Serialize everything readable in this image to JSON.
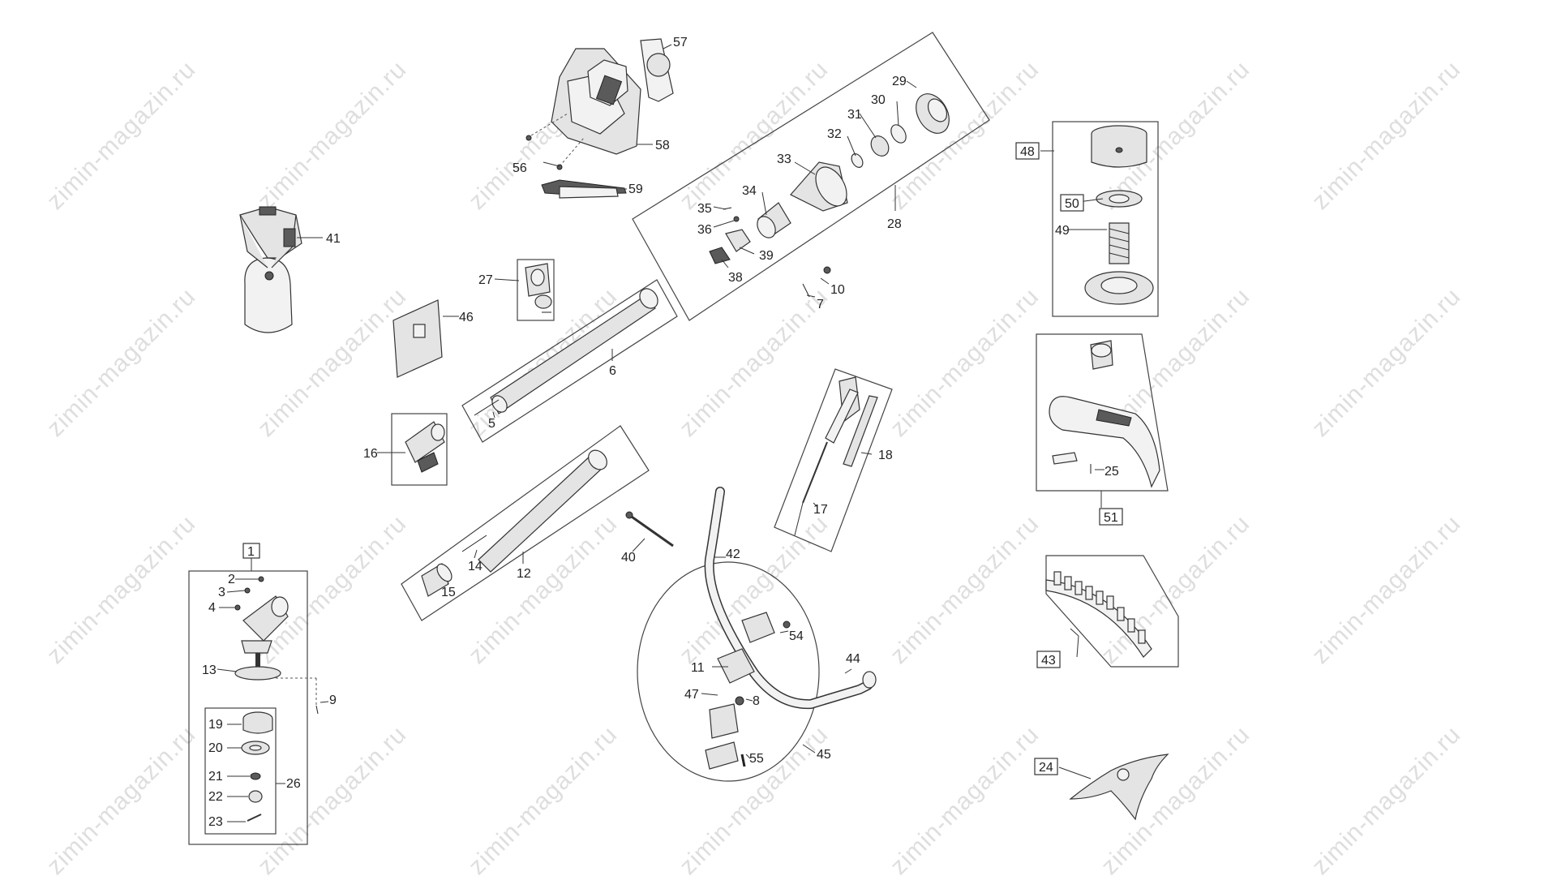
{
  "watermark": "zimin-magazin.ru",
  "callouts": {
    "p1": "1",
    "p2": "2",
    "p3": "3",
    "p4": "4",
    "p5": "5",
    "p6": "6",
    "p7": "7",
    "p8": "8",
    "p9": "9",
    "p10": "10",
    "p11": "11",
    "p12": "12",
    "p13": "13",
    "p14": "14",
    "p15": "15",
    "p16": "16",
    "p17": "17",
    "p18": "18",
    "p19": "19",
    "p20": "20",
    "p21": "21",
    "p22": "22",
    "p23": "23",
    "p24": "24",
    "p25": "25",
    "p26": "26",
    "p27": "27",
    "p28": "28",
    "p29": "29",
    "p30": "30",
    "p31": "31",
    "p32": "32",
    "p33": "33",
    "p34": "34",
    "p35": "35",
    "p36": "36",
    "p38": "38",
    "p39": "39",
    "p40": "40",
    "p41": "41",
    "p42": "42",
    "p43": "43",
    "p44": "44",
    "p45": "45",
    "p46": "46",
    "p47": "47",
    "p48": "48",
    "p49": "49",
    "p50": "50",
    "p51": "51",
    "p54": "54",
    "p55": "55",
    "p56": "56",
    "p57": "57",
    "p58": "58",
    "p59": "59"
  }
}
